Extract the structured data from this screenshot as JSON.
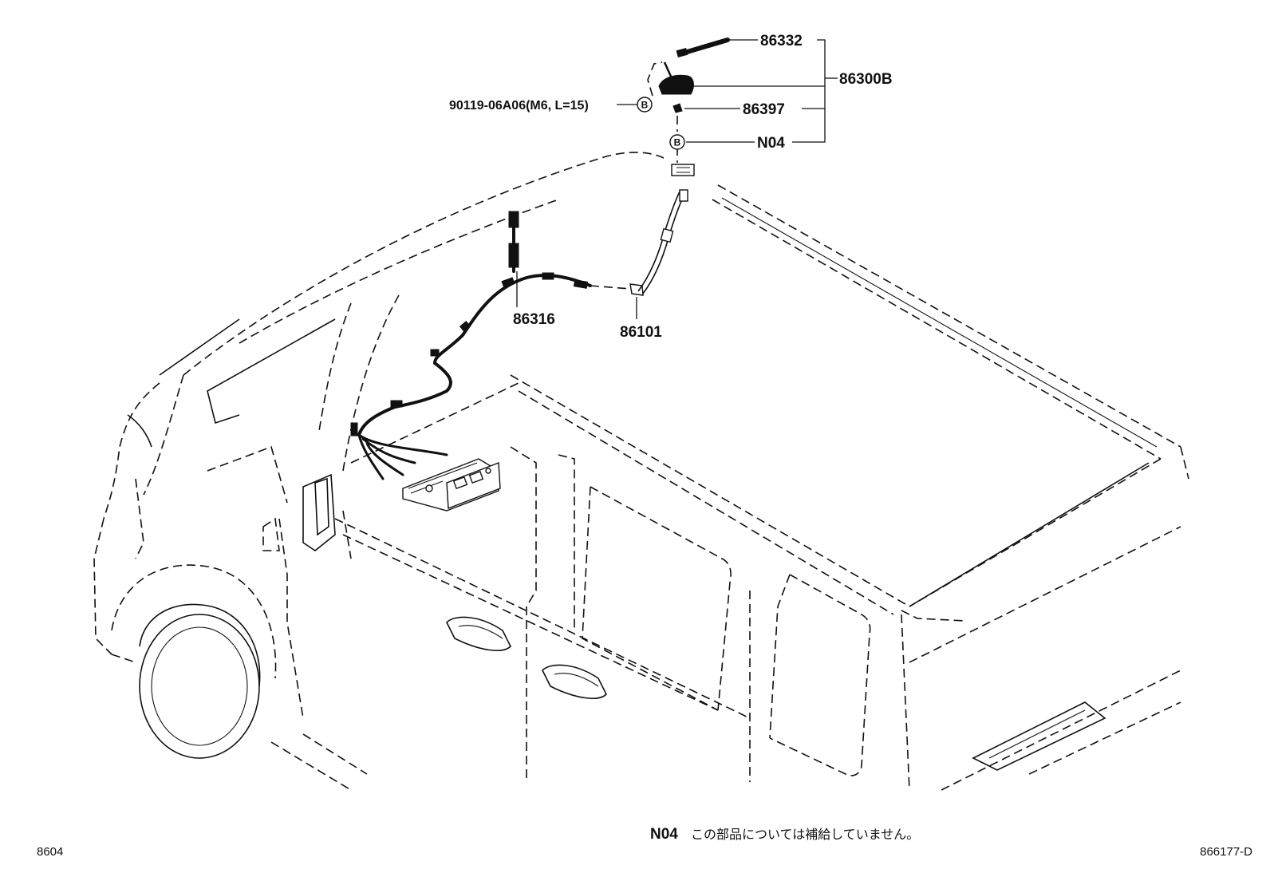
{
  "callouts": {
    "rod": "86332",
    "assembly": "86300B",
    "bolt": "90119-06A06(M6, L=15)",
    "pad": "86397",
    "n04": "N04",
    "cable_main": "86316",
    "cable_roof": "86101",
    "circle_letter": "B"
  },
  "footnote": {
    "code": "N04",
    "text": "この部品については補給していません。"
  },
  "corners": {
    "section": "8604",
    "illustration_id": "866177-D"
  }
}
